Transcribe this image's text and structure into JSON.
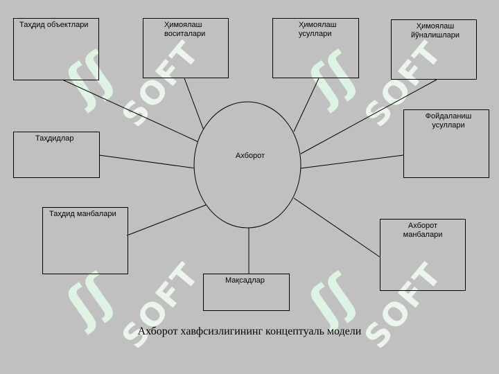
{
  "diagram": {
    "center": "Ахборот",
    "nodes": {
      "threat_objects": "Таҳдид объектлари",
      "protection_means": "Ҳимоялаш воситалари",
      "protection_methods": "Ҳимоялаш усуллари",
      "protection_directions": "Ҳимоялаш йўналишлари",
      "usage_methods": "Фойдаланиш усуллари",
      "threats": "Таҳдидлар",
      "threat_sources": "Таҳдид манбалари",
      "info_sources": "Ахборот манбалари",
      "goals": "Мақсадлар"
    },
    "caption": "Ахборот хавфсизлигининг концептуаль модели"
  },
  "watermark": {
    "text": "SOFT",
    "color": "#ecf5ec"
  },
  "colors": {
    "background": "#c0c0c0",
    "stroke": "#000000"
  }
}
